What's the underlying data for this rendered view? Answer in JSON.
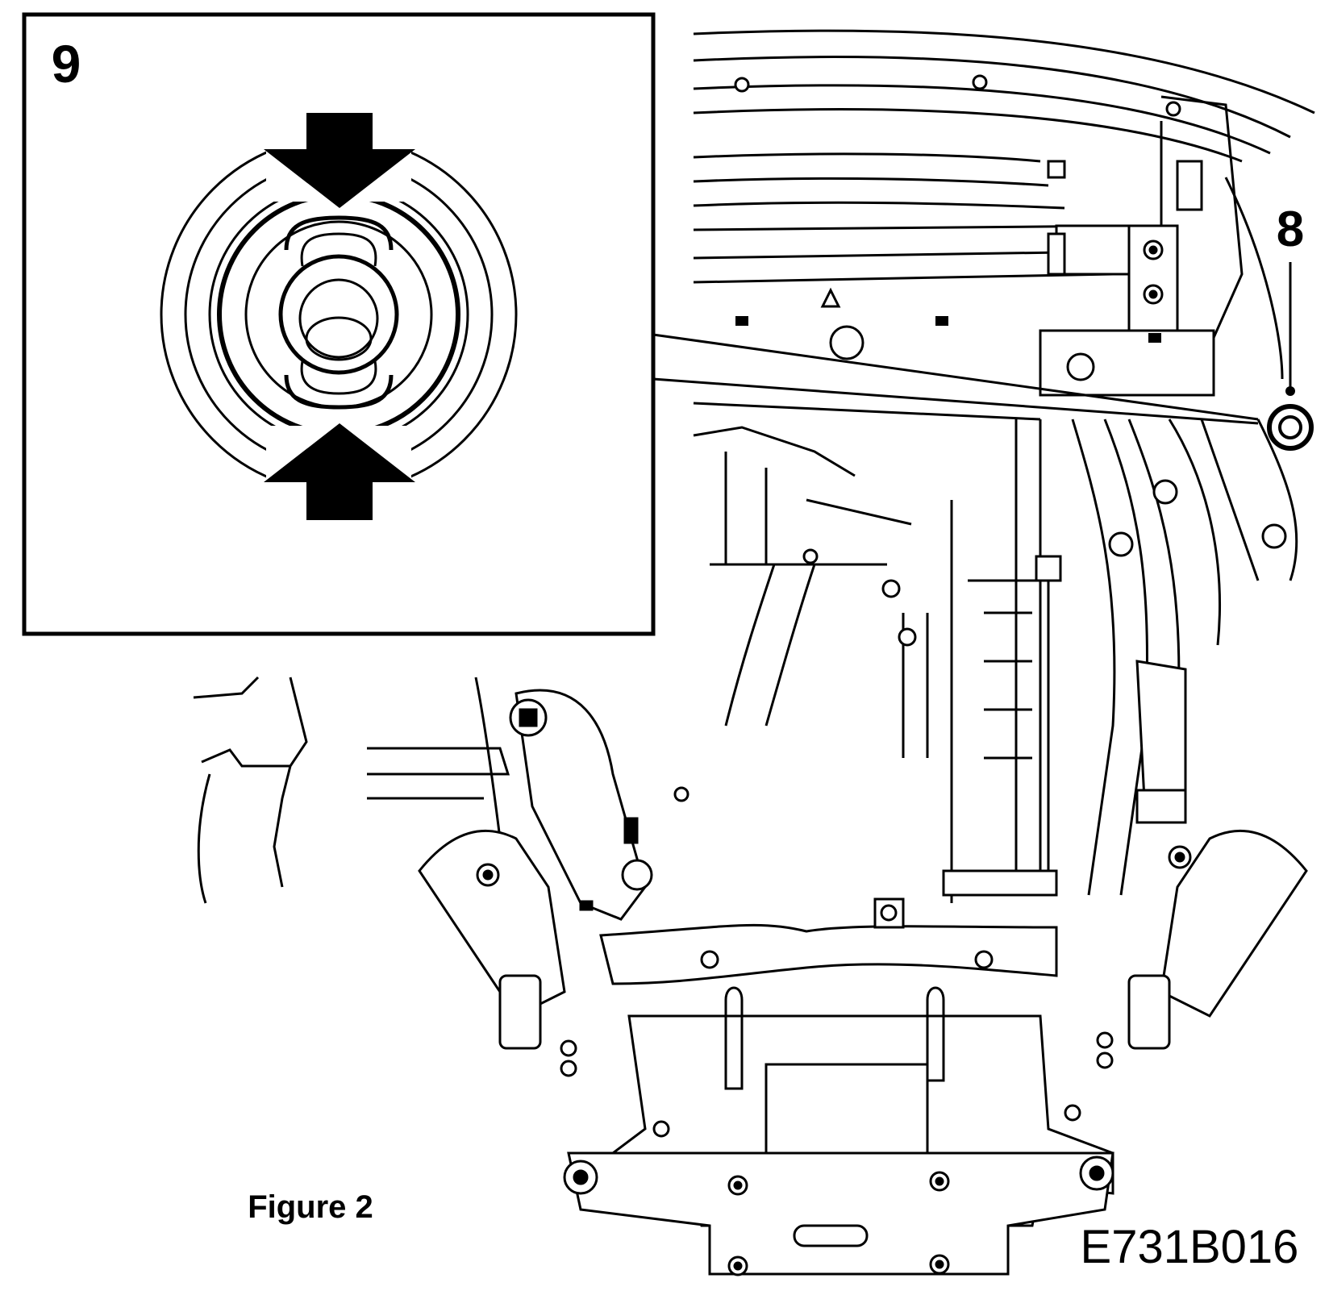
{
  "figure": {
    "inset_callout": "9",
    "part_callout": "8",
    "caption": "Figure 2",
    "reference_code": "E731B016"
  },
  "colors": {
    "ink": "#000000",
    "paper": "#ffffff"
  },
  "icons": {
    "press_down": "arrow-down-icon",
    "press_up": "arrow-up-icon",
    "bushing": "bushing-icon"
  }
}
